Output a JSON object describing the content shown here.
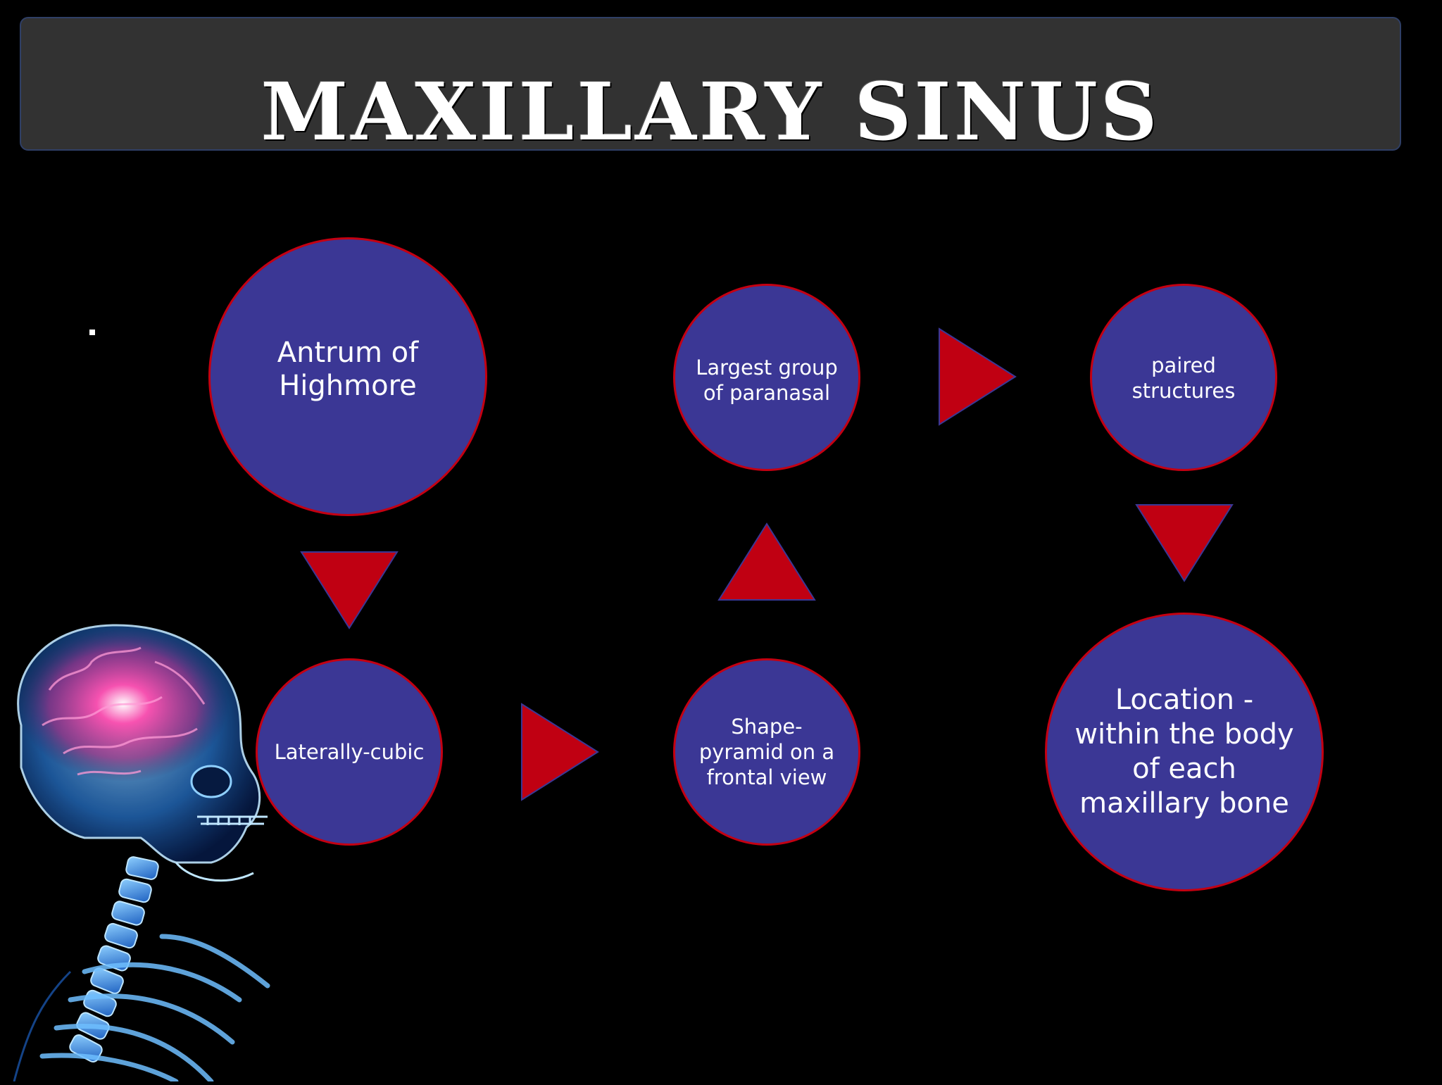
{
  "slide": {
    "title": "MAXILLARY SINUS"
  },
  "nodes": {
    "antrum": "Antrum of Highmore",
    "largest": "Largest group of paranasal",
    "paired": "paired structures",
    "laterally": "Laterally-cubic",
    "shape": "Shape-pyramid on a frontal view",
    "location": "Location - within the body of each maxillary bone"
  },
  "colors": {
    "background": "#000000",
    "title_bar": "#323232",
    "node_fill": "#3b3795",
    "node_border": "#c40012",
    "arrow_fill": "#c00012",
    "skeleton_glow": "#3aa0ff",
    "brain_glow": "#ff3fa0"
  }
}
